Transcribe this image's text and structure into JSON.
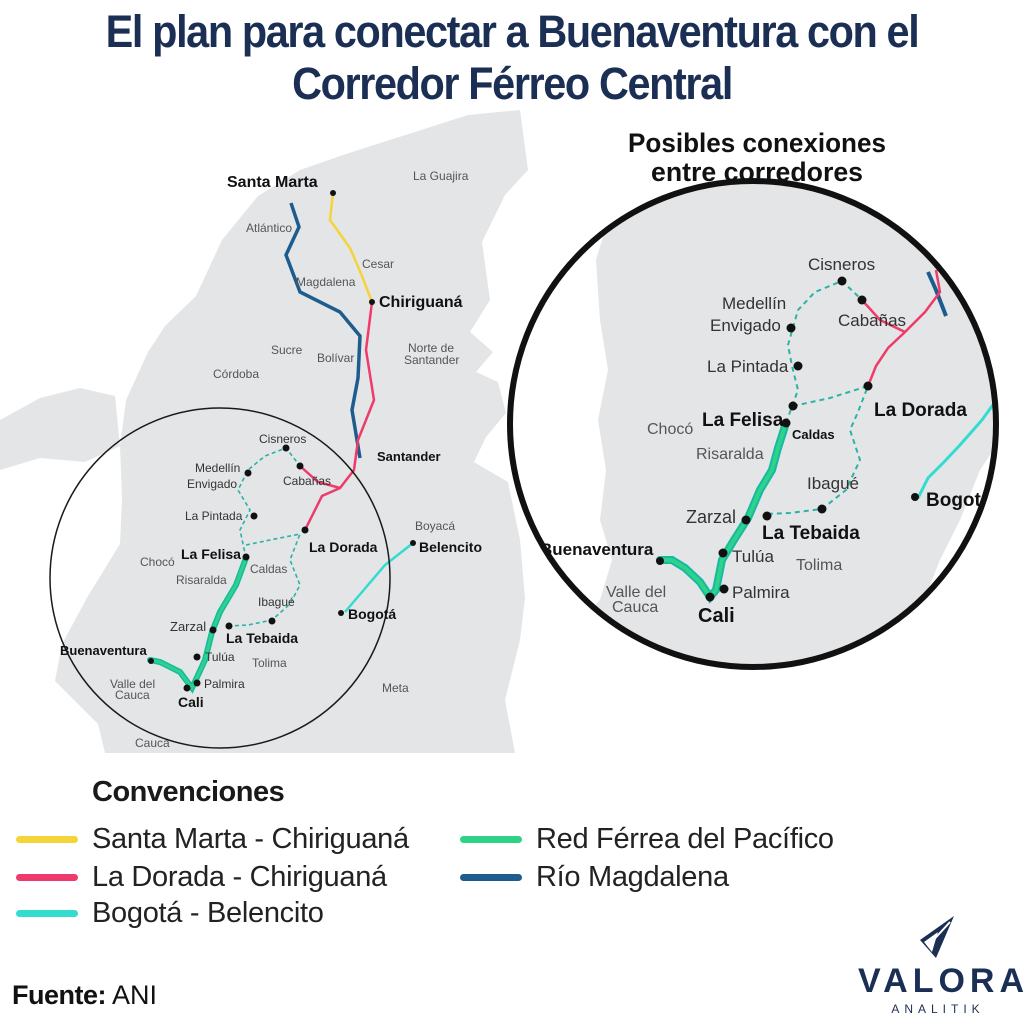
{
  "header": {
    "title_line1": "El plan para conectar a Buenaventura con el",
    "title_line2": "Corredor Férreo Central"
  },
  "inset": {
    "title_line1": "Posibles conexiones",
    "title_line2": "entre corredores"
  },
  "map": {
    "regions": {
      "la_guajira": "La Guajira",
      "atlantico": "Atlántico",
      "cesar": "Cesar",
      "magdalena": "Magdalena",
      "sucre": "Sucre",
      "bolivar": "Bolívar",
      "norte_santander_1": "Norte de",
      "norte_santander_2": "Santander",
      "cordoba": "Córdoba",
      "santander": "Santander",
      "boyaca": "Boyacá",
      "choco": "Chocó",
      "risaralda": "Risaralda",
      "caldas": "Caldas",
      "tolima": "Tolima",
      "valle_1": "Valle del",
      "valle_2": "Cauca",
      "meta": "Meta",
      "cauca": "Cauca"
    },
    "places": {
      "santa_marta": "Santa Marta",
      "chiriguana": "Chiriguaná",
      "cisneros": "Cisneros",
      "medellin": "Medellín",
      "envigado": "Envigado",
      "cabanas": "Cabañas",
      "la_pintada": "La Pintada",
      "la_felisa": "La Felisa",
      "la_dorada": "La Dorada",
      "belencito": "Belencito",
      "ibague": "Ibagué",
      "bogota": "Bogotá",
      "bogota_cut": "Bogot",
      "zarzal": "Zarzal",
      "la_tebaida": "La Tebaida",
      "tulua": "Tulúa",
      "buenaventura": "Buenaventura",
      "palmira": "Palmira",
      "cali": "Cali"
    }
  },
  "legend": {
    "title": "Convenciones",
    "items": [
      {
        "label": "Santa Marta - Chiriguaná",
        "color": "#f5d43a"
      },
      {
        "label": "La Dorada - Chiriguaná",
        "color": "#ee3b6b"
      },
      {
        "label": "Bogotá - Belencito",
        "color": "#32dccf"
      },
      {
        "label": "Red Férrea del Pacífico",
        "color": "#2fd387"
      },
      {
        "label": "Río Magdalena",
        "color": "#1f5c8e"
      }
    ]
  },
  "source": {
    "key": "Fuente:",
    "value": "ANI"
  },
  "brand": {
    "name": "VALORA",
    "sub": "ANALITIK",
    "color": "#1b2f55"
  },
  "colors": {
    "santa_marta_line": "#f5d43a",
    "la_dorada_line": "#ee3b6b",
    "bogota_line": "#32dccf",
    "pacific_line": "#2fd387",
    "pacific_outline": "#15b9a4",
    "river": "#1f5c8e",
    "connection": "#2bb3a6",
    "land": "#e4e5e7"
  }
}
